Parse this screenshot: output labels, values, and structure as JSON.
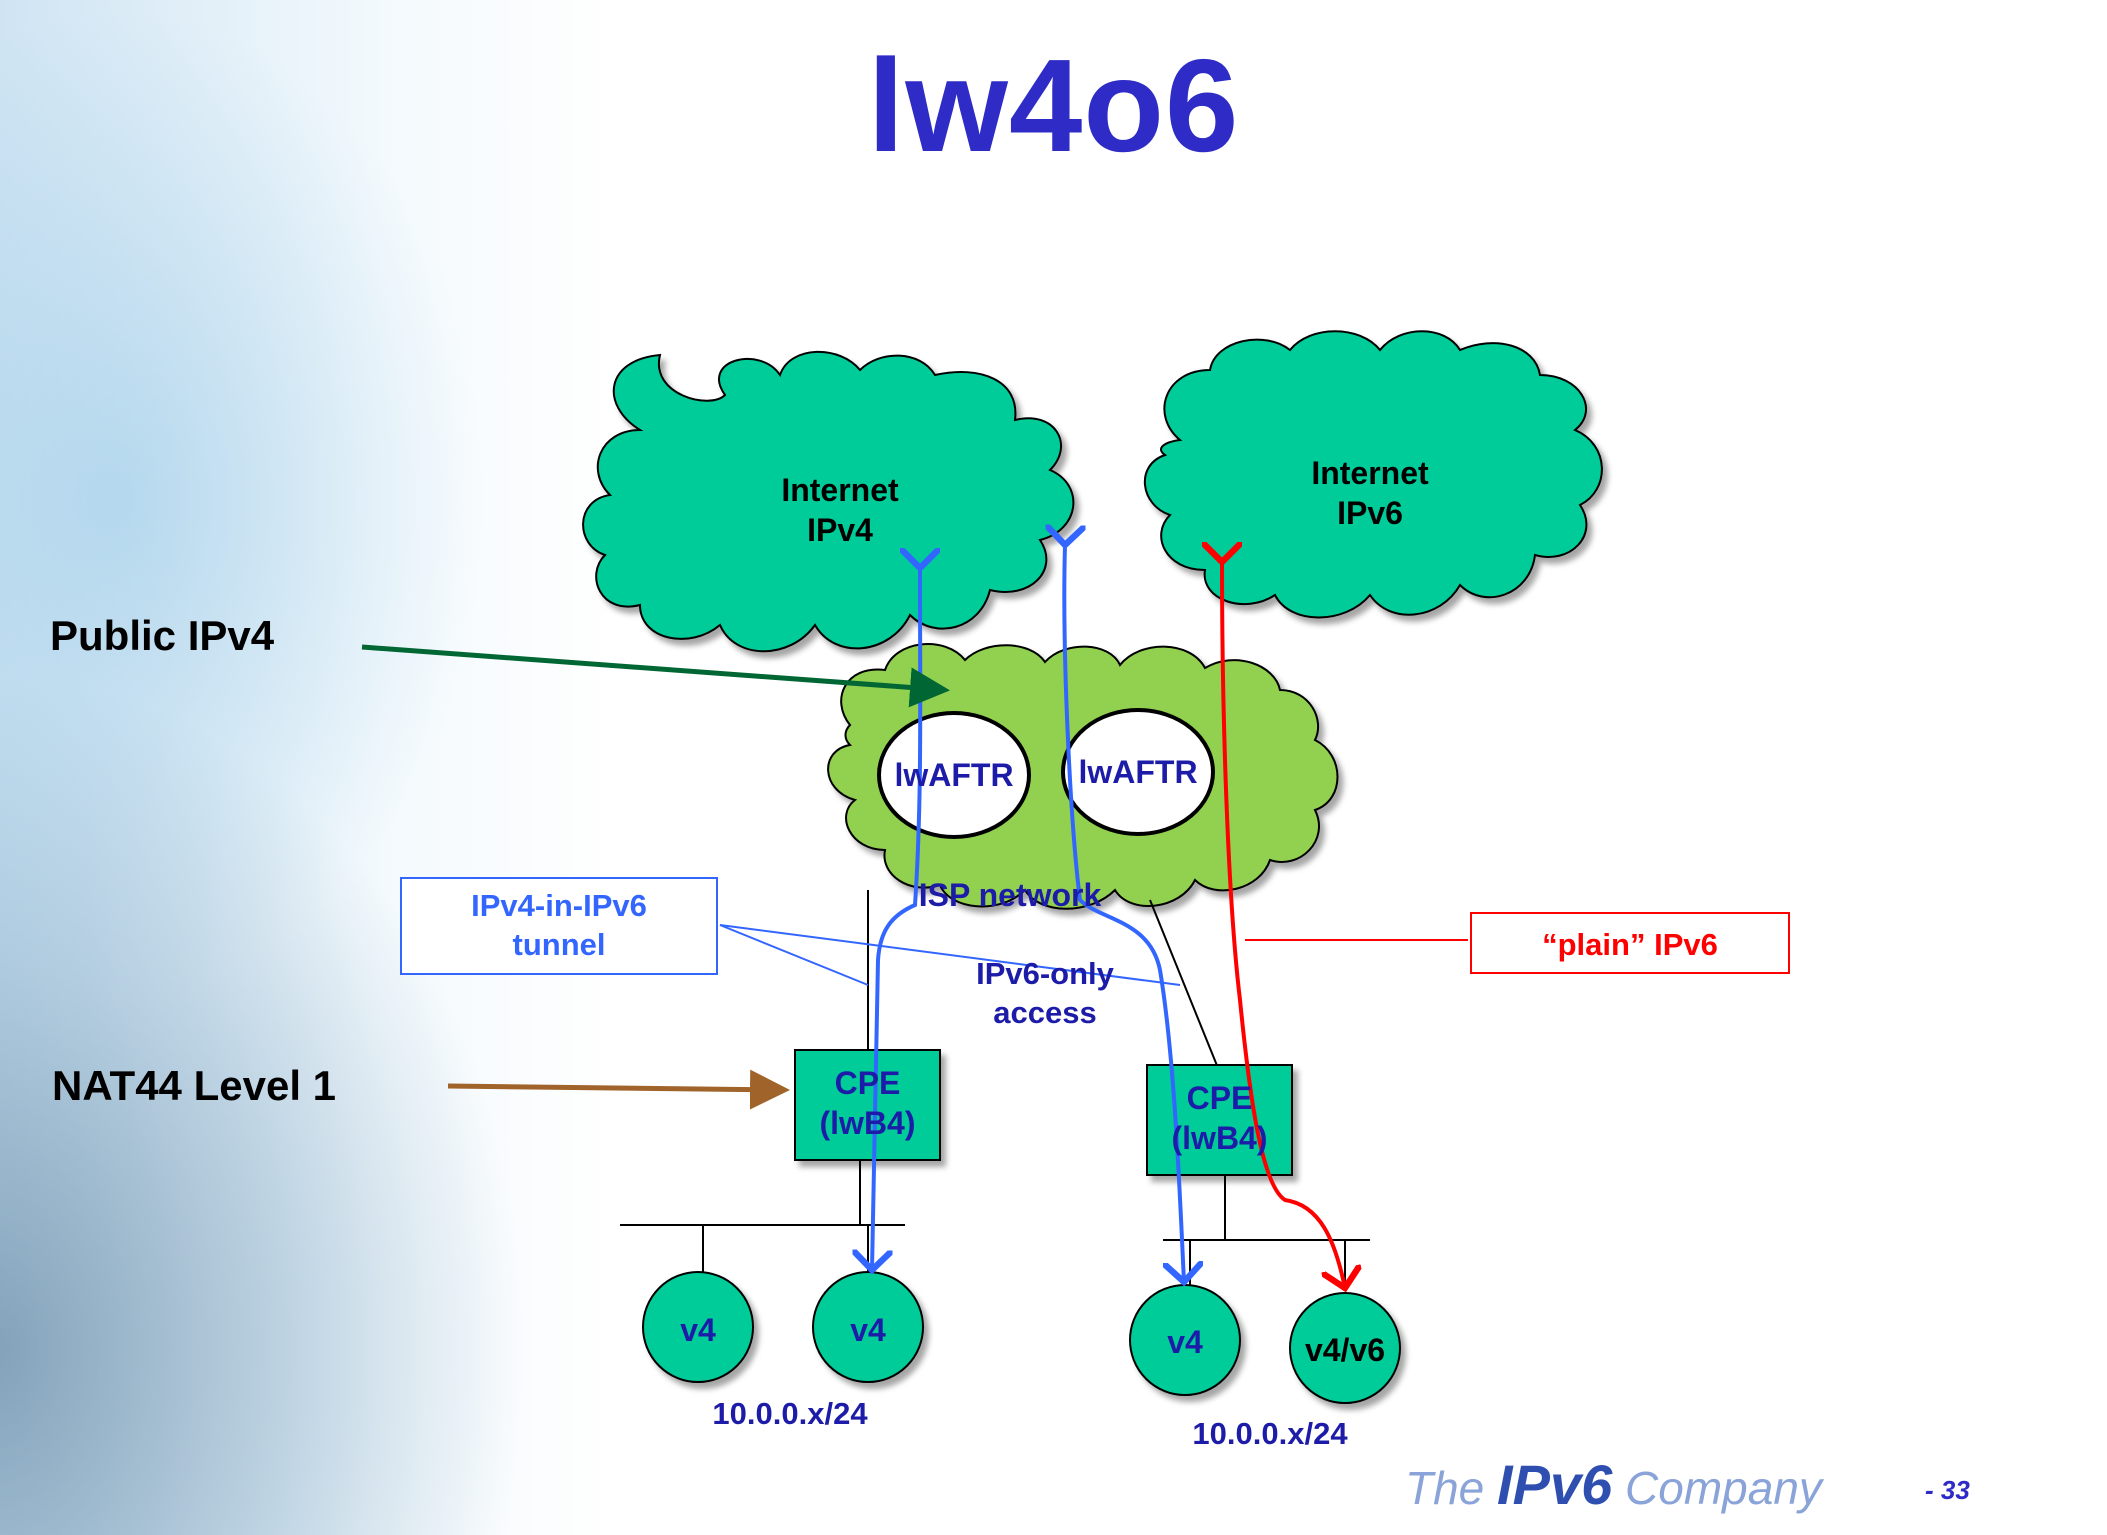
{
  "title": "lw4o6",
  "clouds": {
    "ipv4": [
      "Internet",
      "IPv4"
    ],
    "ipv6": [
      "Internet",
      "IPv6"
    ],
    "isp": "ISP network"
  },
  "nodes": {
    "lwaftr_left": "lwAFTR",
    "lwaftr_right": "lwAFTR",
    "cpe_left": [
      "CPE",
      "(lwB4)"
    ],
    "cpe_right": [
      "CPE",
      "(lwB4)"
    ],
    "hosts": [
      "v4",
      "v4",
      "v4",
      "v4/v6"
    ]
  },
  "labels": {
    "public_ipv4": "Public IPv4",
    "nat44": "NAT44 Level 1",
    "tunnel": [
      "IPv4-in-IPv6",
      "tunnel"
    ],
    "ipv6_only": [
      "IPv6-only",
      "access"
    ],
    "plain_ipv6": "“plain” IPv6",
    "subnet_left": "10.0.0.x/24",
    "subnet_right": "10.0.0.x/24"
  },
  "footer": {
    "logo_the": "The",
    "logo_ipv6": "IPv6",
    "logo_company": "Company",
    "page": "- 33"
  },
  "colors": {
    "title": "#2e2bc6",
    "cloud_internet": "#00cc99",
    "cloud_isp": "#92d050",
    "ipv4_flow": "#3366ff",
    "ipv6_flow": "#ff0000",
    "public_arrow": "#006633",
    "nat_arrow": "#a0632a"
  }
}
